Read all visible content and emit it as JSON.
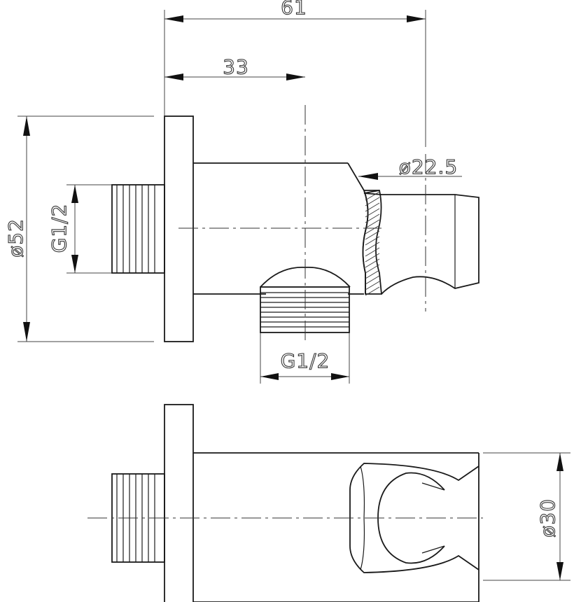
{
  "dimensions": {
    "overall_length": "61",
    "to_outlet_axis": "33",
    "holder_diameter": "ø22.5",
    "flange_diameter": "ø52",
    "inlet_thread": "G1/2",
    "outlet_thread": "G1/2",
    "holder_width": "ø30"
  },
  "views": [
    "side-view",
    "top-view"
  ]
}
